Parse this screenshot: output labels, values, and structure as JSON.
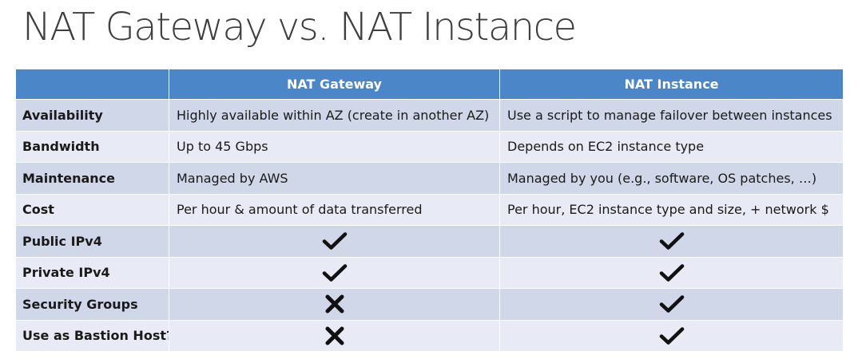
{
  "title": "NAT Gateway vs. NAT Instance",
  "table": {
    "columns": [
      "",
      "NAT Gateway",
      "NAT Instance"
    ],
    "rows": [
      {
        "feature": "Availability",
        "type": "text",
        "gateway": "Highly available within AZ (create in another AZ)",
        "instance": "Use a script to manage failover between instances"
      },
      {
        "feature": "Bandwidth",
        "type": "text",
        "gateway": "Up to 45 Gbps",
        "instance": "Depends on EC2 instance type"
      },
      {
        "feature": "Maintenance",
        "type": "text",
        "gateway": "Managed by AWS",
        "instance": "Managed by you (e.g., software, OS patches, …)"
      },
      {
        "feature": "Cost",
        "type": "text",
        "gateway": "Per hour & amount of data transferred",
        "instance": "Per hour, EC2 instance type and size, + network $"
      },
      {
        "feature": "Public IPv4",
        "type": "mark",
        "gateway": "check",
        "instance": "check"
      },
      {
        "feature": "Private IPv4",
        "type": "mark",
        "gateway": "check",
        "instance": "check"
      },
      {
        "feature": "Security Groups",
        "type": "mark",
        "gateway": "cross",
        "instance": "check"
      },
      {
        "feature": "Use as Bastion Host?",
        "type": "mark",
        "gateway": "cross",
        "instance": "check"
      }
    ]
  }
}
